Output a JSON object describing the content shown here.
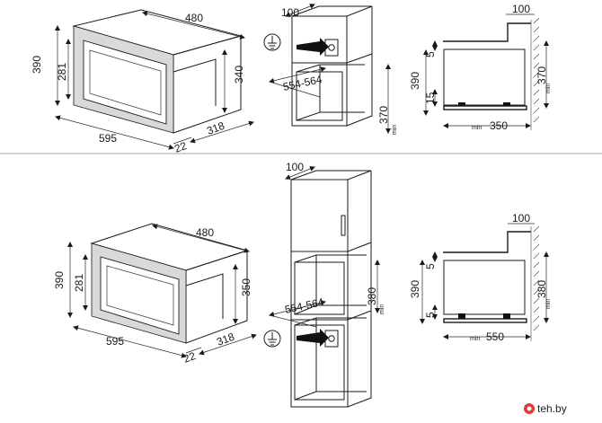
{
  "top": {
    "front": {
      "w": "480",
      "h_outer": "390",
      "h_inner": "281",
      "h_depth": "340",
      "w_outer": "595",
      "depth": "318",
      "edge": "22"
    },
    "cabinet": {
      "depth": "100",
      "width": "554-564",
      "height": "370",
      "min": "min"
    },
    "side": {
      "top": "100",
      "gap_top": "5",
      "h_outer": "390",
      "h_inner": "370",
      "gap_bot": "15",
      "depth": "350",
      "min": "min"
    }
  },
  "bottom": {
    "front": {
      "w": "480",
      "h_outer": "390",
      "h_inner": "281",
      "h_depth": "350",
      "w_outer": "595",
      "depth": "318",
      "edge": "22"
    },
    "cabinet": {
      "depth": "100",
      "width": "554-564",
      "height": "380",
      "min": "min"
    },
    "side": {
      "top": "100",
      "gap_top": "5",
      "h_outer": "390",
      "h_inner": "380",
      "gap_bot": "5",
      "depth": "550",
      "min": "min"
    }
  },
  "watermark": {
    "text": "teh.by"
  }
}
